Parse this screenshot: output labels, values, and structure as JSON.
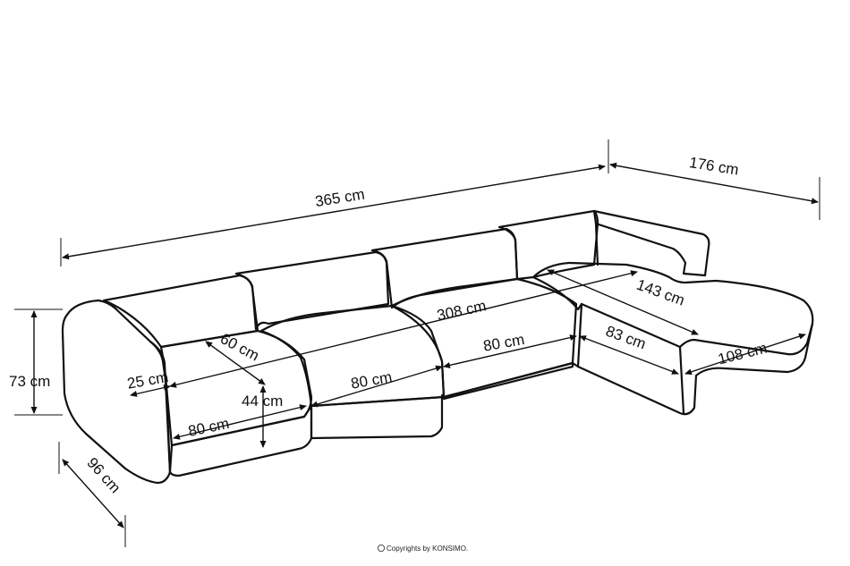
{
  "dimensions": {
    "total_length": "365 cm",
    "chaise_width": "176 cm",
    "inner_length": "308 cm",
    "chaise_length": "143 cm",
    "seat_depth": "60 cm",
    "armrest_width": "25 cm",
    "height": "73 cm",
    "depth": "96 cm",
    "seat_height": "44 cm",
    "module_left_width": "80 cm",
    "module_center_width": "80 cm",
    "module_right_width": "80 cm",
    "chaise_seat_width": "83 cm",
    "chaise_front_width": "108 cm"
  },
  "footer": {
    "copyright": "Copyrights by KONSIMO."
  }
}
